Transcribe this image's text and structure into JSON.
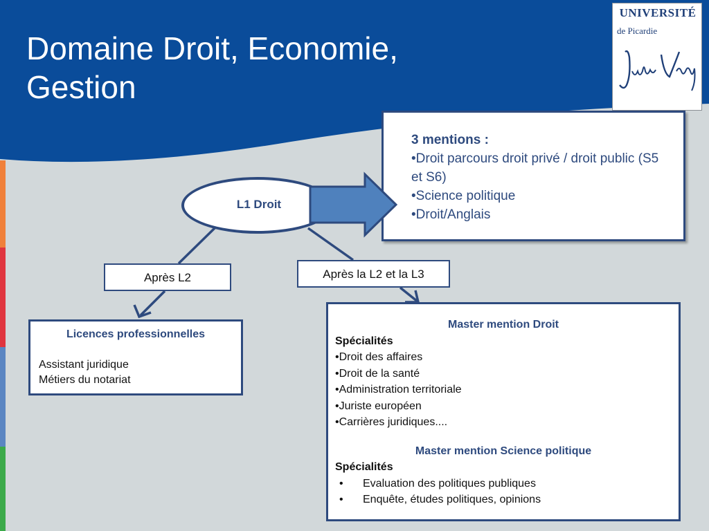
{
  "slide": {
    "title": "Domaine Droit, Economie,\nGestion"
  },
  "logo": {
    "line1": "UNIVERSITÉ",
    "line2": "de Picardie",
    "signature": "Jules Verne"
  },
  "colors": {
    "header_blue": "#0a4c9a",
    "box_border": "#2e4a7e",
    "arrow_fill": "#4f81bd",
    "text_blue": "#2e4a7e",
    "stripes": [
      "#f0803a",
      "#e0353f",
      "#5b86c2",
      "#3caa4a"
    ]
  },
  "diagram": {
    "center_node": "L1 Droit",
    "mentions": {
      "title": "3 mentions :",
      "items": [
        "•Droit  parcours droit privé / droit public (S5 et S6)",
        "•Science politique",
        "•Droit/Anglais"
      ]
    },
    "edge_left_label": "Après L2",
    "edge_right_label": "Après la L2 et la L3",
    "licences": {
      "title": "Licences professionnelles",
      "items": [
        "Assistant juridique",
        "Métiers du notariat"
      ]
    },
    "master_droit": {
      "title": "Master mention Droit",
      "spec_label": "Spécialités",
      "items": [
        "•Droit des affaires",
        "•Droit de la santé",
        "•Administration territoriale",
        "•Juriste européen",
        "•Carrières juridiques...."
      ]
    },
    "master_sp": {
      "title": "Master mention Science politique",
      "spec_label": "Spécialités",
      "bullet": "•",
      "items": [
        "Evaluation des politiques publiques",
        "Enquête, études politiques, opinions"
      ]
    }
  }
}
